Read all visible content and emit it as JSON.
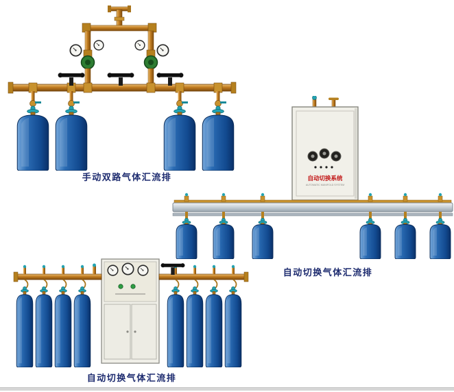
{
  "captions": {
    "manual_dual": "手动双路气体汇流排",
    "auto_switch_right": "自动切换气体汇流排",
    "auto_switch_bottom": "自动切换气体汇流排"
  },
  "cabinet_panel": {
    "title": "自动切换系统",
    "subtitle": "AUTOMATIC MANIFOLD SYSTEM"
  },
  "colors": {
    "cylinder_body_blue": "#1b5ea6",
    "valve_cap_teal": "#23a3b2",
    "pipe_brass": "#c07b20",
    "rail_silver": "#c6cfd6",
    "caption_text": "#1d2b6f",
    "panel_title_red": "#c21818"
  }
}
